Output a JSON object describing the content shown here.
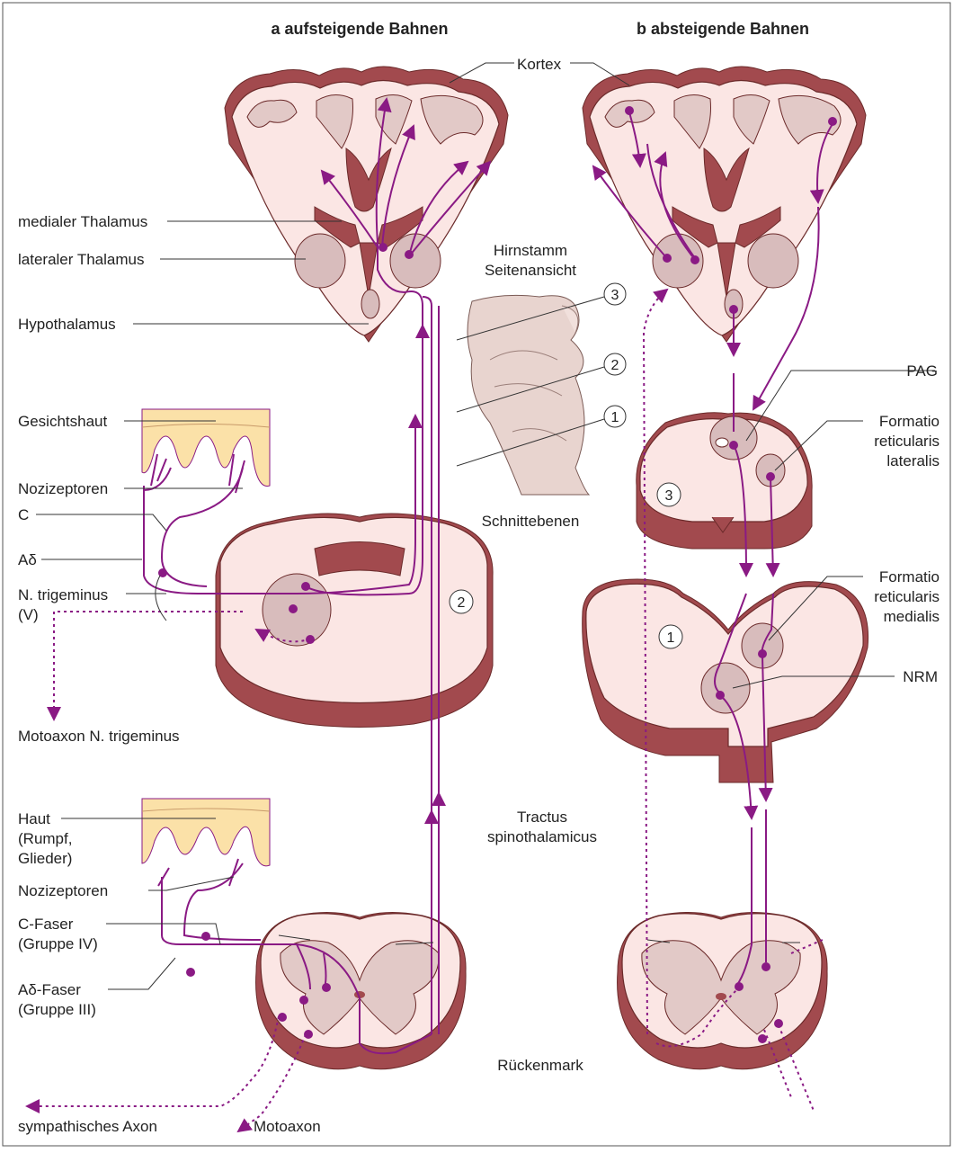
{
  "headers": {
    "a": "a aufsteigende Bahnen",
    "b": "b absteigende Bahnen"
  },
  "labels": {
    "kortex": "Kortex",
    "medialer_thalamus": "medialer Thalamus",
    "lateraler_thalamus": "lateraler Thalamus",
    "hypothalamus": "Hypothalamus",
    "hirnstamm_1": "Hirnstamm",
    "hirnstamm_2": "Seitenansicht",
    "schnittebenen": "Schnittebenen",
    "gesichtshaut": "Gesichtshaut",
    "nozizeptoren_1": "Nozizeptoren",
    "c": "C",
    "a_delta": "Aδ",
    "n_trigeminus_1": "N. trigeminus",
    "n_trigeminus_2": "(V)",
    "motoaxon_trigeminus": "Motoaxon N. trigeminus",
    "haut_1": "Haut",
    "haut_2": "(Rumpf,",
    "haut_3": "Glieder)",
    "nozizeptoren_2": "Nozizeptoren",
    "c_faser_1": "C-Faser",
    "c_faser_2": "(Gruppe IV)",
    "ad_faser_1": "Aδ-Faser",
    "ad_faser_2": "(Gruppe III)",
    "sympathisches_axon": "sympathisches Axon",
    "motoaxon": "Motoaxon",
    "tractus_1": "Tractus",
    "tractus_2": "spinothalamicus",
    "rueckenmark": "Rückenmark",
    "pag": "PAG",
    "frl_1": "Formatio",
    "frl_2": "reticularis",
    "frl_3": "lateralis",
    "frm_1": "Formatio",
    "frm_2": "reticularis",
    "frm_3": "medialis",
    "nrm": "NRM"
  },
  "section_numbers": {
    "n1": "1",
    "n2": "2",
    "n3": "3"
  },
  "colors": {
    "pathway": "#8a1a84",
    "tissue": "#fbe6e4",
    "rim": "#a24a4e",
    "skin": "#fbe1a8"
  }
}
